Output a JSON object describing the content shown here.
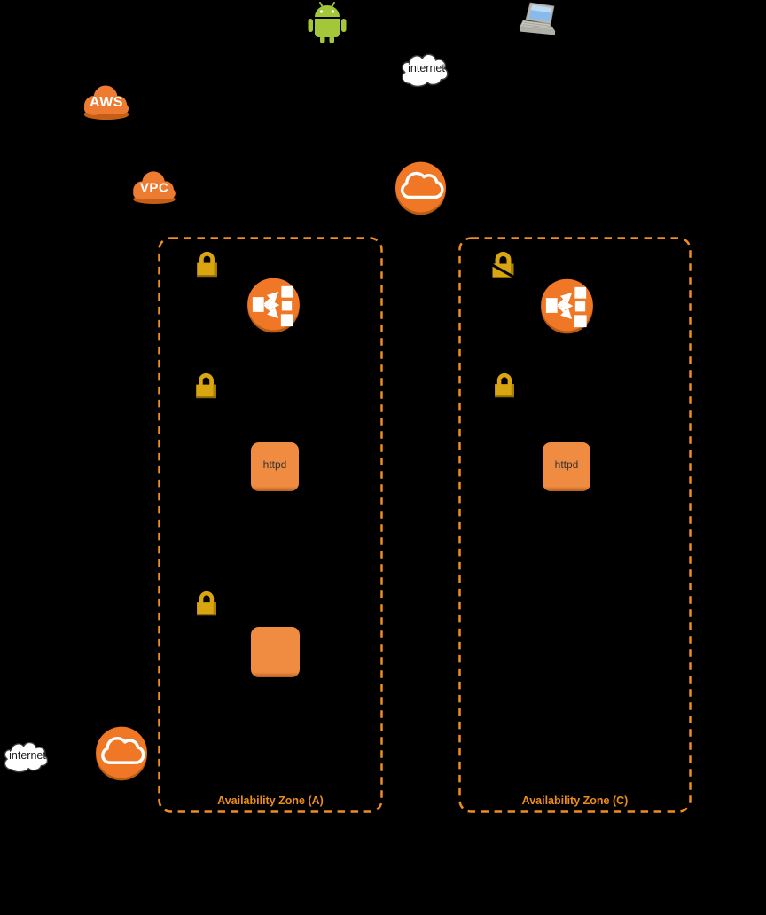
{
  "diagram": {
    "kind": "aws-vpc-architecture",
    "background": "#000000"
  },
  "colors": {
    "cloud_orange": "#ED7B31",
    "cloud_shadow": "#c45f17",
    "icon_circle_orange": "#EF7725",
    "icon_circle_shadow": "#b85c12",
    "instance_orange": "#F08C42",
    "lock_gold": "#D9A612",
    "lock_shadow": "#AA8106",
    "zone_border": "#EE8E23",
    "zone_label": "#EE8E16",
    "android_green": "#A4C639",
    "internet_cloud_fill": "#FFFFFF",
    "internet_cloud_stroke": "#3C3C3C"
  },
  "external": {
    "android_icon": "android-robot",
    "laptop_icon": "laptop-computer",
    "internet_top_label": "internet",
    "internet_bottom_label": "internet"
  },
  "aws_cloud_label": "AWS",
  "vpc_cloud_label": "VPC",
  "gateways": {
    "internet_gateway_icon": "internet-gateway-cloud-circle",
    "vpn_gateway_icon": "vpn-gateway-cloud-circle"
  },
  "zone_a": {
    "label": "Availability Zone (A)",
    "elb_icon": "elastic-load-balancer",
    "security_group_icons": [
      "lock",
      "lock",
      "lock"
    ],
    "httpd_label": "httpd",
    "plain_instance": "ec2-instance"
  },
  "zone_c": {
    "label": "Availability Zone (C)",
    "elb_icon": "elastic-load-balancer",
    "security_group_icons": [
      "lock-crossed-by-line",
      "lock"
    ],
    "httpd_label": "httpd"
  }
}
